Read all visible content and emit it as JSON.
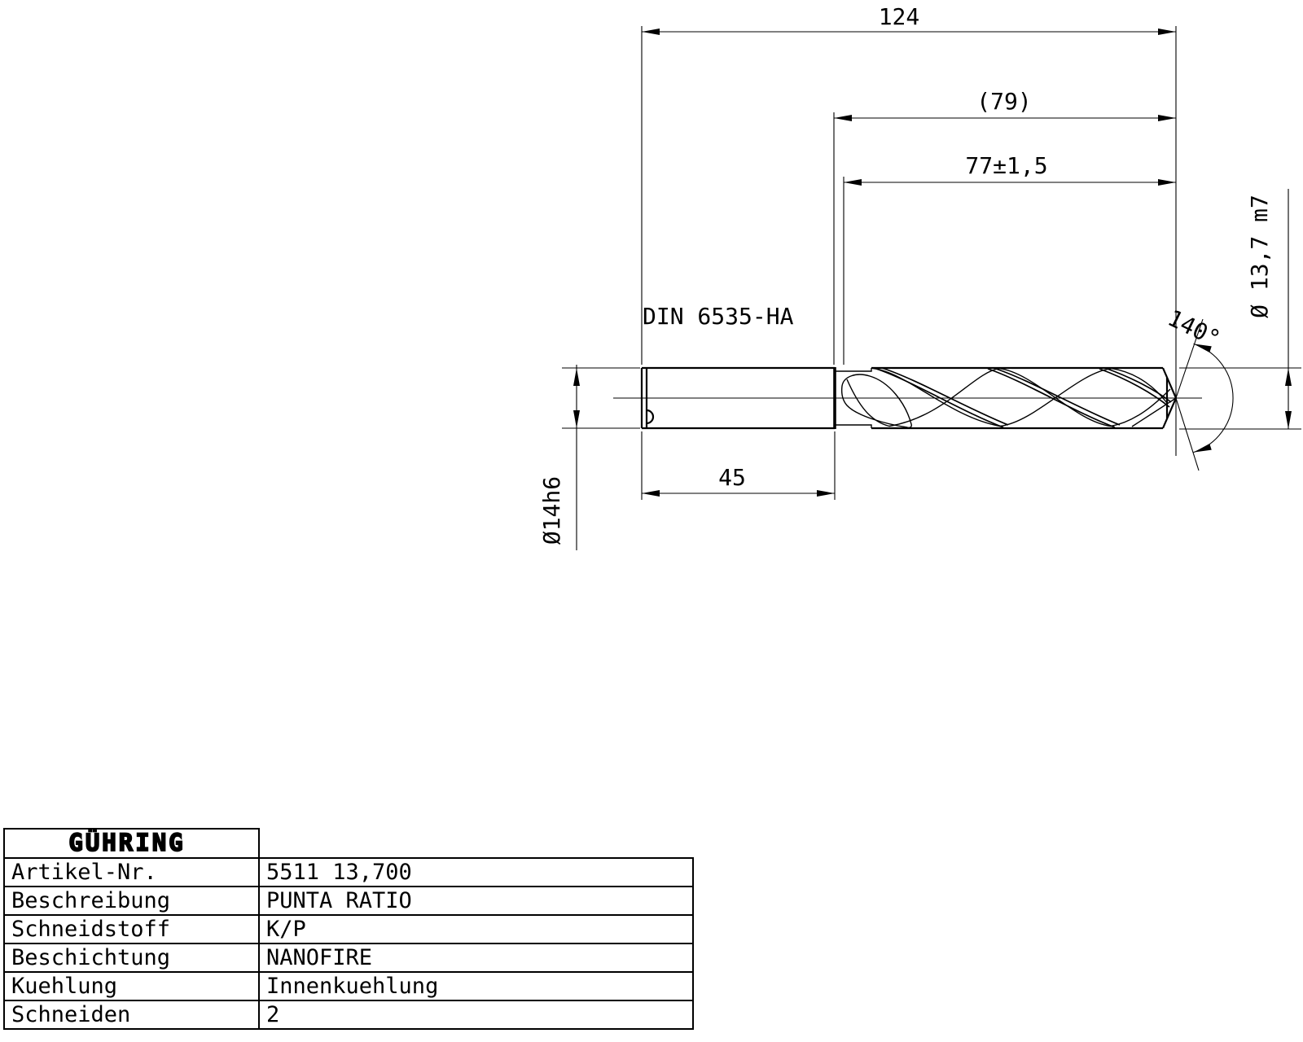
{
  "page": {
    "background": "#ffffff",
    "line_color": "#000000"
  },
  "drawing": {
    "dims": {
      "overall_length": "124",
      "body_length_ref": "(79)",
      "flute_length": "77±1,5",
      "shank_length": "45",
      "shank_diameter": "Ø14h6",
      "drill_diameter": "Ø 13,7 m7",
      "point_angle": "140°",
      "shank_norm": "DIN 6535-HA"
    }
  },
  "table": {
    "logo": "GÜHRING",
    "rows": [
      {
        "label": "Artikel-Nr.",
        "value": "5511 13,700"
      },
      {
        "label": "Beschreibung",
        "value": "PUNTA RATIO"
      },
      {
        "label": "Schneidstoff",
        "value": "K/P"
      },
      {
        "label": "Beschichtung",
        "value": "NANOFIRE"
      },
      {
        "label": "Kuehlung",
        "value": "Innenkuehlung"
      },
      {
        "label": "Schneiden",
        "value": "2"
      }
    ]
  }
}
